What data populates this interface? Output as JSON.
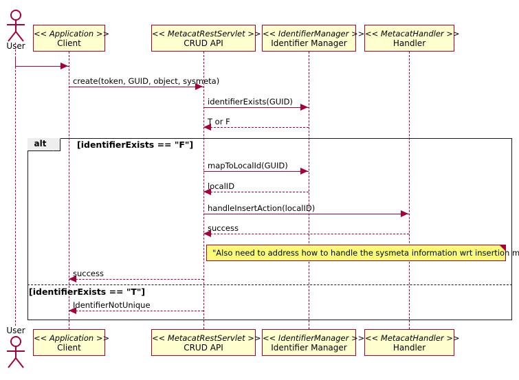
{
  "diagram": {
    "type": "uml-sequence-diagram",
    "colors": {
      "participant_fill": "#FEFECE",
      "participant_border": "#A80036",
      "message_line": "#A80036",
      "frame_border": "#181818",
      "frame_tab_fill": "#EEEEEE",
      "note_fill": "#FBFB77",
      "note_border": "#A80036",
      "background": "#FFFFFF"
    },
    "actors": [
      {
        "id": "user",
        "label": "User",
        "kind": "stick-figure"
      }
    ],
    "participants": [
      {
        "id": "client",
        "stereotype": "<< Application >>",
        "name": "Client"
      },
      {
        "id": "crud",
        "stereotype": "<< MetacatRestServlet >>",
        "name": "CRUD API"
      },
      {
        "id": "idmgr",
        "stereotype": "<< IdentifierManager >>",
        "name": "Identifier Manager"
      },
      {
        "id": "handler",
        "stereotype": "<< MetacatHandler >>",
        "name": "Handler"
      }
    ],
    "messages": [
      {
        "id": "m0",
        "label": "",
        "from": "user",
        "to": "client",
        "style": "solid",
        "dir": "right"
      },
      {
        "id": "m1",
        "label": "create(token, GUID, object, sysmeta)",
        "from": "client",
        "to": "crud",
        "style": "solid",
        "dir": "right"
      },
      {
        "id": "m2",
        "label": "identifierExists(GUID)",
        "from": "crud",
        "to": "idmgr",
        "style": "solid",
        "dir": "right"
      },
      {
        "id": "m3",
        "label": "T or F",
        "from": "idmgr",
        "to": "crud",
        "style": "dashed",
        "dir": "left"
      },
      {
        "id": "m4",
        "label": "mapToLocalId(GUID)",
        "from": "crud",
        "to": "idmgr",
        "style": "solid",
        "dir": "right"
      },
      {
        "id": "m5",
        "label": "localID",
        "from": "idmgr",
        "to": "crud",
        "style": "dashed",
        "dir": "left"
      },
      {
        "id": "m6",
        "label": "handleInsertAction(localID)",
        "from": "crud",
        "to": "handler",
        "style": "solid",
        "dir": "right"
      },
      {
        "id": "m7",
        "label": "success",
        "from": "handler",
        "to": "crud",
        "style": "dashed",
        "dir": "left"
      },
      {
        "id": "m8",
        "label": "success",
        "from": "crud",
        "to": "client",
        "style": "dashed",
        "dir": "left"
      },
      {
        "id": "m9",
        "label": "IdentifierNotUnique",
        "from": "crud",
        "to": "client",
        "style": "dashed",
        "dir": "left"
      }
    ],
    "fragment": {
      "operator": "alt",
      "guards": [
        "[identifierExists == \"F\"]",
        "[identifierExists == \"T\"]"
      ]
    },
    "notes": [
      {
        "id": "note1",
        "text": "\"Also need to address how to handle the sysmeta information wrt insertion methods\""
      }
    ]
  }
}
